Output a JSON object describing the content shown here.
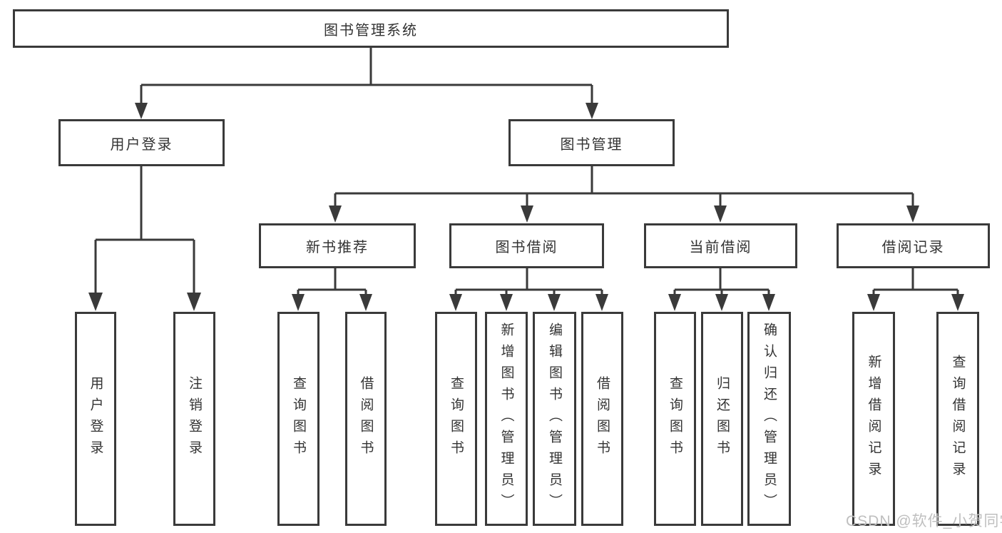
{
  "tree": {
    "root": "图书管理系统",
    "children": [
      {
        "label": "用户登录",
        "children": [
          "用户登录",
          "注销登录"
        ]
      },
      {
        "label": "图书管理",
        "children": [
          {
            "label": "新书推荐",
            "children": [
              "查询图书",
              "借阅图书"
            ]
          },
          {
            "label": "图书借阅",
            "children": [
              "查询图书",
              "新增图书（管理员）",
              "编辑图书（管理员）",
              "借阅图书"
            ]
          },
          {
            "label": "当前借阅",
            "children": [
              "查询图书",
              "归还图书",
              "确认归还（管理员）"
            ]
          },
          {
            "label": "借阅记录",
            "children": [
              "新增借阅记录",
              "查询借阅记录"
            ]
          }
        ]
      }
    ]
  },
  "watermark": "CSDN @软件_小贺同学",
  "colors": {
    "line": "#3a3a3a",
    "text": "#333333",
    "watermark": "#bfbfbf",
    "background": "#ffffff"
  }
}
